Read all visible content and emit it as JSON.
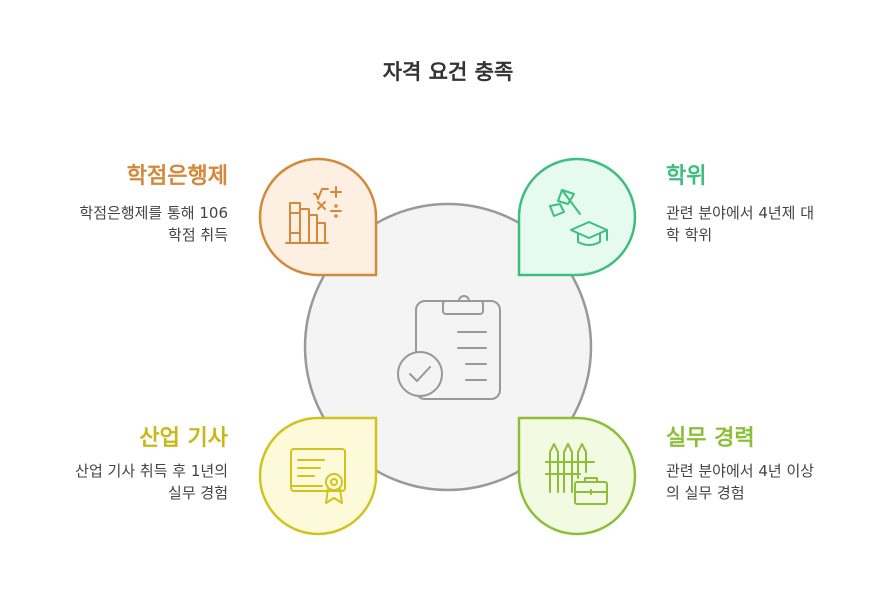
{
  "title": "자격 요건 충족",
  "colors": {
    "credit_bank": "#D4893A",
    "degree": "#3DBE7E",
    "industrial_engineer": "#D2C21E",
    "experience": "#8DBE3A",
    "center": "#999999"
  },
  "items": [
    {
      "key": "credit_bank",
      "heading": "학점은행제",
      "line1": "학점은행제를 통해 106",
      "line2": "학점 취득",
      "icon": "books-math-icon"
    },
    {
      "key": "degree",
      "heading": "학위",
      "line1": "관련 분야에서 4년제 대",
      "line2": "학 학위",
      "icon": "graduation-cap-flag-icon"
    },
    {
      "key": "industrial_engineer",
      "heading": "산업 기사",
      "line1": "산업 기사 취득 후 1년의",
      "line2": "실무 경험",
      "icon": "certificate-icon"
    },
    {
      "key": "experience",
      "heading": "실무 경력",
      "line1": "관련 분야에서 4년 이상",
      "line2": "의 실무 경험",
      "icon": "pencils-briefcase-icon"
    }
  ],
  "center_icon": "clipboard-check-icon"
}
